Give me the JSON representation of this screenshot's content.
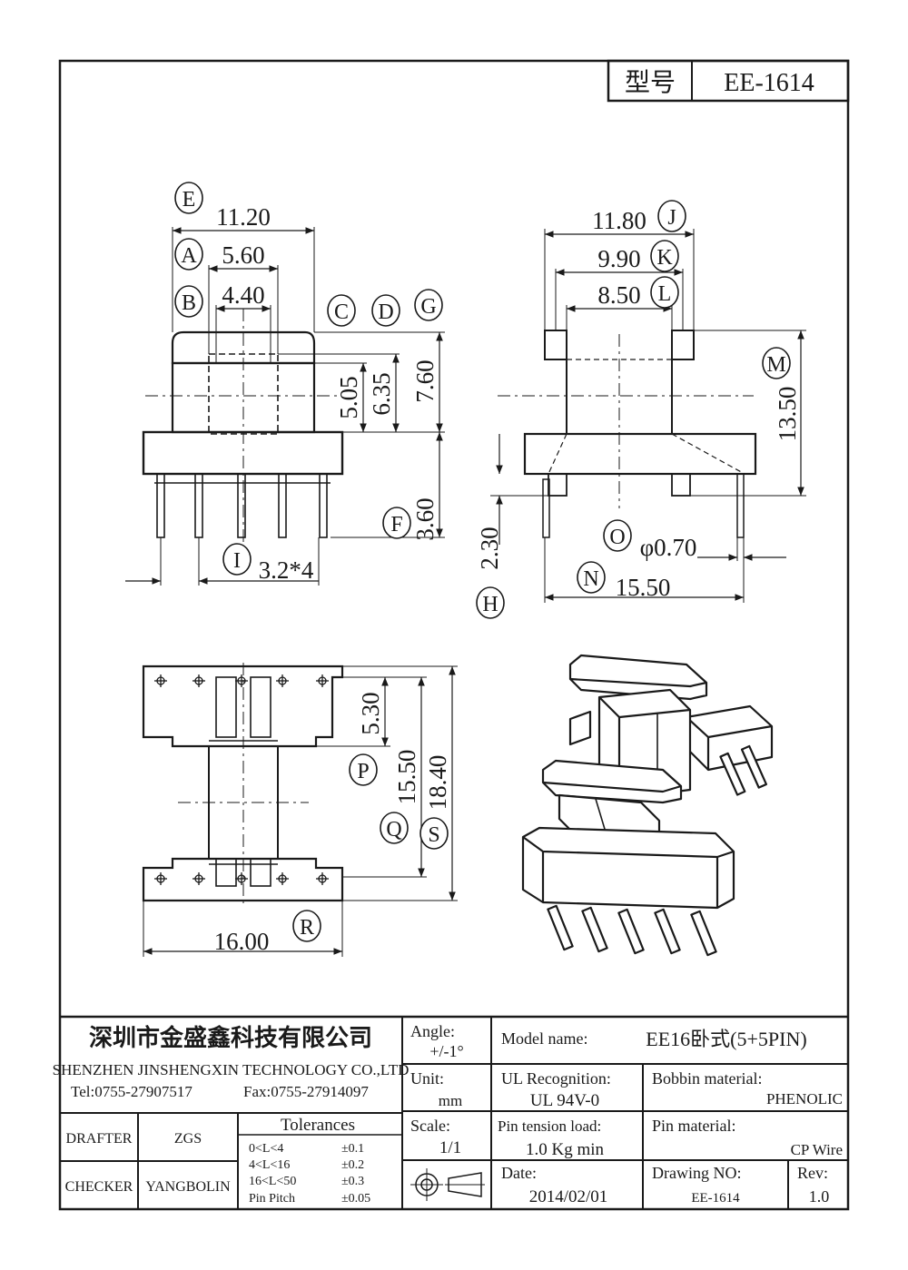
{
  "header": {
    "model_label": "型号",
    "model_value": "EE-1614"
  },
  "dimensions": {
    "E": "11.20",
    "A": "5.60",
    "B": "4.40",
    "h_505": "5.05",
    "h_635": "6.35",
    "h_760": "7.60",
    "F": "3.60",
    "I": "3.2*4",
    "J": "11.80",
    "K": "9.90",
    "L": "8.50",
    "M": "13.50",
    "H": "2.30",
    "O": "φ0.70",
    "N": "15.50",
    "P": "5.30",
    "Q": "15.50",
    "S": "18.40",
    "R": "16.00"
  },
  "callouts": [
    "E",
    "A",
    "B",
    "C",
    "D",
    "G",
    "F",
    "I",
    "H",
    "J",
    "K",
    "L",
    "M",
    "O",
    "N",
    "P",
    "Q",
    "S",
    "R"
  ],
  "title_block": {
    "company_cn": "深圳市金盛鑫科技有限公司",
    "company_en": "SHENZHEN JINSHENGXIN TECHNOLOGY CO.,LTD",
    "tel": "Tel:0755-27907517",
    "fax": "Fax:0755-27914097",
    "drafter_label": "DRAFTER",
    "drafter_value": "ZGS",
    "checker_label": "CHECKER",
    "checker_value": "YANGBOLIN",
    "tolerances_label": "Tolerances",
    "tolerances": [
      {
        "range": "0<L<4",
        "tol": "±0.1"
      },
      {
        "range": "4<L<16",
        "tol": "±0.2"
      },
      {
        "range": "16<L<50",
        "tol": "±0.3"
      },
      {
        "range": "Pin Pitch",
        "tol": "±0.05"
      }
    ],
    "angle_label": "Angle:",
    "angle_value": "+/-1°",
    "unit_label": "Unit:",
    "unit_value": "mm",
    "scale_label": "Scale:",
    "scale_value": "1/1",
    "model_name_label": "Model name:",
    "model_name_value": "EE16卧式(5+5PIN)",
    "ul_label": "UL Recognition:",
    "ul_value": "UL 94V-0",
    "bobbin_label": "Bobbin material:",
    "bobbin_value": "PHENOLIC",
    "pin_tension_label": "Pin tension load:",
    "pin_tension_value": "1.0 Kg min",
    "pin_material_label": "Pin material:",
    "pin_material_value": "CP Wire",
    "date_label": "Date:",
    "date_value": "2014/02/01",
    "drawing_no_label": "Drawing NO:",
    "drawing_no_value": "EE-1614",
    "rev_label": "Rev:",
    "rev_value": "1.0"
  }
}
